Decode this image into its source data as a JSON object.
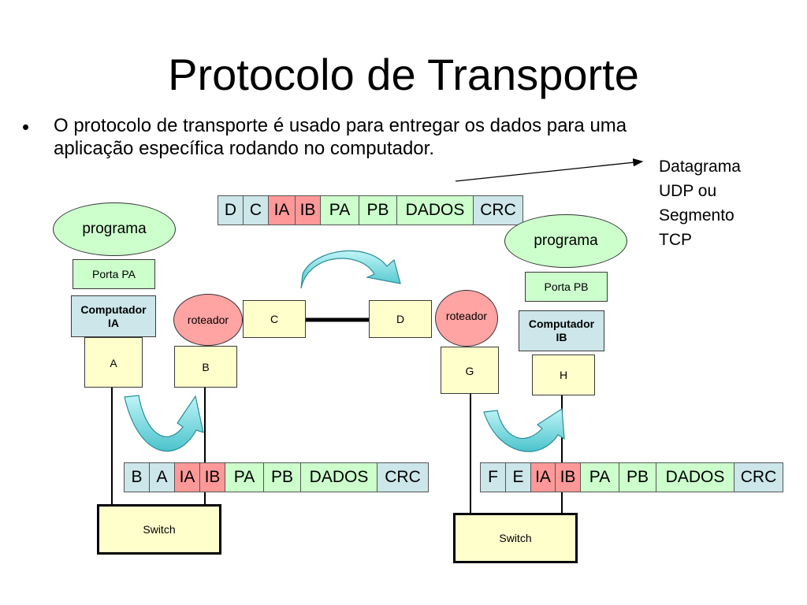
{
  "slide": {
    "title": "Protocolo de Transporte",
    "bullet": "O protocolo de transporte é usado para entregar os dados para uma aplicação específica rodando no computador.",
    "datagram_label": [
      "Datagrama",
      "UDP ou",
      "Segmento",
      "TCP"
    ]
  },
  "left_host": {
    "program": "programa",
    "port": "Porta PA",
    "computer": [
      "Computador",
      "IA"
    ],
    "nic": "A"
  },
  "right_host": {
    "program": "programa",
    "port": "Porta PB",
    "computer": [
      "Computador",
      "IB"
    ],
    "nic": "H"
  },
  "router_left": {
    "label": "roteador",
    "port_lan": "B",
    "port_wan": "C"
  },
  "router_right": {
    "label": "roteador",
    "port_lan": "G",
    "port_wan": "D"
  },
  "switch_left": "Switch",
  "switch_right": "Switch",
  "segment_top": [
    "D",
    "C",
    "IA",
    "IB",
    "PA",
    "PB",
    "DADOS",
    "CRC"
  ],
  "segment_left": [
    "B",
    "A",
    "IA",
    "IB",
    "PA",
    "PB",
    "DADOS",
    "CRC"
  ],
  "segment_right": [
    "F",
    "E",
    "IA",
    "IB",
    "PA",
    "PB",
    "DADOS",
    "CRC"
  ],
  "colors": {
    "cell_mac": "#cce6ea",
    "cell_ip": "#ff9999",
    "cell_transport": "#ccffcc",
    "box_yellow": "#ffffcc",
    "router": "#ffa3a3",
    "arrow": "#66d9e0"
  }
}
